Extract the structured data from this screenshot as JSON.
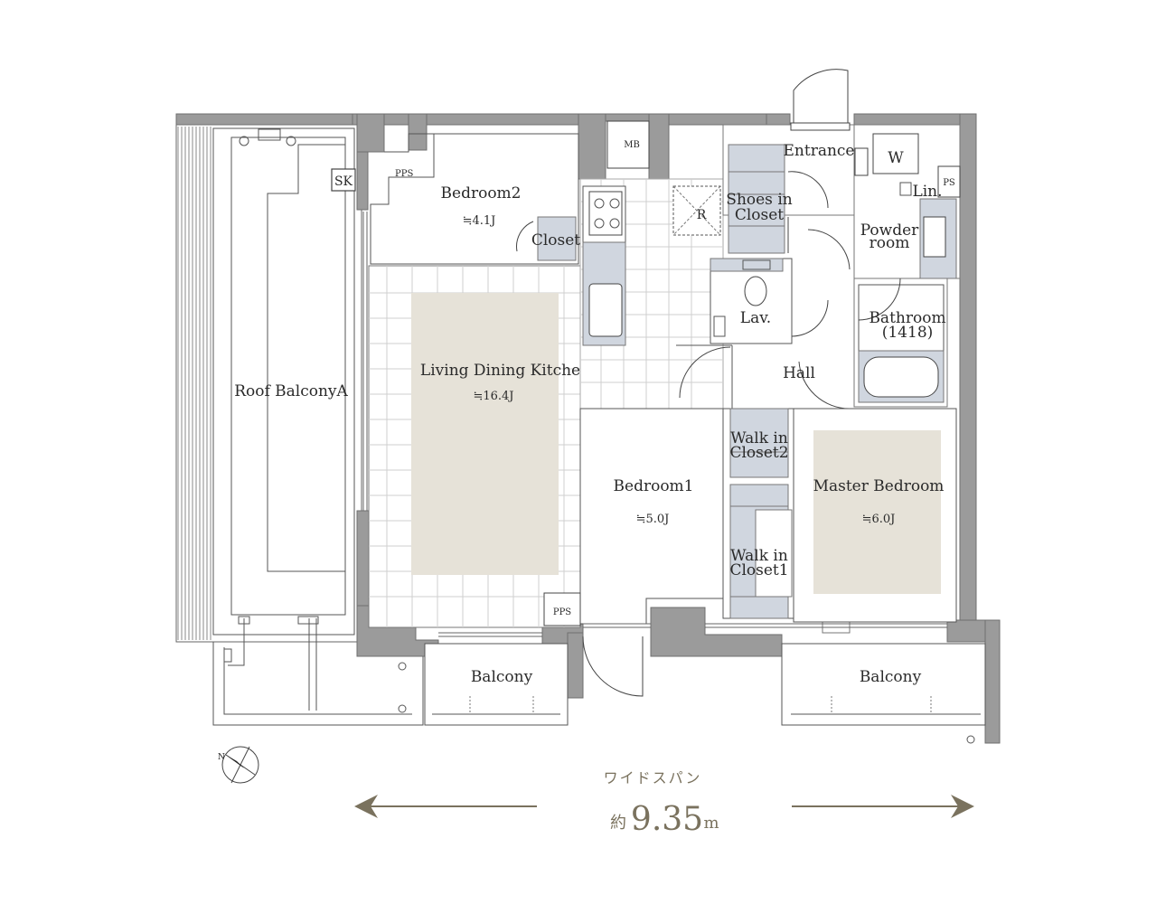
{
  "rooms": {
    "roof_balcony": "Roof BalconyA",
    "bedroom2": "Bedroom2",
    "bedroom2_area": "≒4.1J",
    "closet": "Closet",
    "ldk": "Living Dining Kitchen",
    "ldk_area": "≒16.4J",
    "bedroom1": "Bedroom1",
    "bedroom1_area": "≒5.0J",
    "master": "Master Bedroom",
    "master_area": "≒6.0J",
    "shoes_closet_1": "Shoes in",
    "shoes_closet_2": "Closet",
    "entrance": "Entrance",
    "powder_1": "Powder",
    "powder_2": "room",
    "bathroom_1": "Bathroom",
    "bathroom_2": "(1418)",
    "lav": "Lav.",
    "hall": "Hall",
    "wic2_1": "Walk in",
    "wic2_2": "Closet2",
    "wic1_1": "Walk in",
    "wic1_2": "Closet1",
    "balcony_left": "Balcony",
    "balcony_right": "Balcony"
  },
  "fixtures": {
    "sk": "SK",
    "pps_top": "PPS",
    "pps_bottom": "PPS",
    "pps_right": "PS",
    "mb": "MB",
    "r": "R",
    "w": "W",
    "lin": "Lin."
  },
  "span": {
    "title": "ワイドスパン",
    "prefix": "約",
    "value": "9.35",
    "unit": "m"
  },
  "colors": {
    "wall": "#9b9b9b",
    "carpet": "#e6e2d8",
    "equipment": "#d0d6df",
    "accent": "#7a725e"
  },
  "icons": {
    "compass": "compass-north-icon",
    "arrow_left": "arrow-left-icon",
    "arrow_right": "arrow-right-icon"
  }
}
